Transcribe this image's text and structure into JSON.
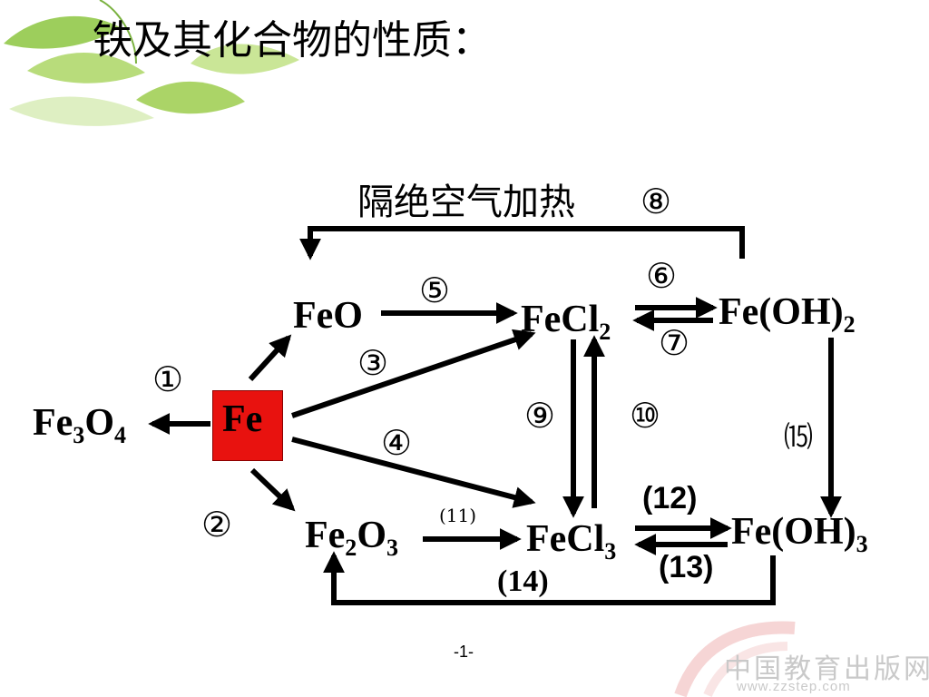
{
  "title": "铁及其化合物的性质：",
  "nodes": {
    "fe": "Fe",
    "feo": "FeO",
    "fecl2": {
      "main": "FeCl",
      "sub": "2"
    },
    "feoh2": {
      "main": "Fe(OH)",
      "sub": "2"
    },
    "fe3o4": {
      "a": "Fe",
      "s1": "3",
      "b": "O",
      "s2": "4"
    },
    "fe2o3": {
      "a": "Fe",
      "s1": "2",
      "b": "O",
      "s2": "3"
    },
    "fecl3": {
      "main": "FeCl",
      "sub": "3"
    },
    "feoh3": {
      "main": "Fe(OH)",
      "sub": "3"
    }
  },
  "labels": {
    "r1": "①",
    "r2": "②",
    "r3": "③",
    "r4": "④",
    "r5": "⑤",
    "r6": "⑥",
    "r7": "⑦",
    "r8": "⑧",
    "r9": "⑨",
    "r10": "⑩",
    "r11": "(11)",
    "r12": "(12)",
    "r13": "(13)",
    "r14": "(14)",
    "r15": "⒂",
    "heat_note": "隔绝空气加热"
  },
  "footer": {
    "page": "-1-"
  },
  "watermark": {
    "name": "中国教育出版网",
    "url": "www.zzstep.com"
  },
  "colors": {
    "fe_box": "#e8120f",
    "leaf": "#8cc63f",
    "watermark": "#c9c9c9"
  }
}
